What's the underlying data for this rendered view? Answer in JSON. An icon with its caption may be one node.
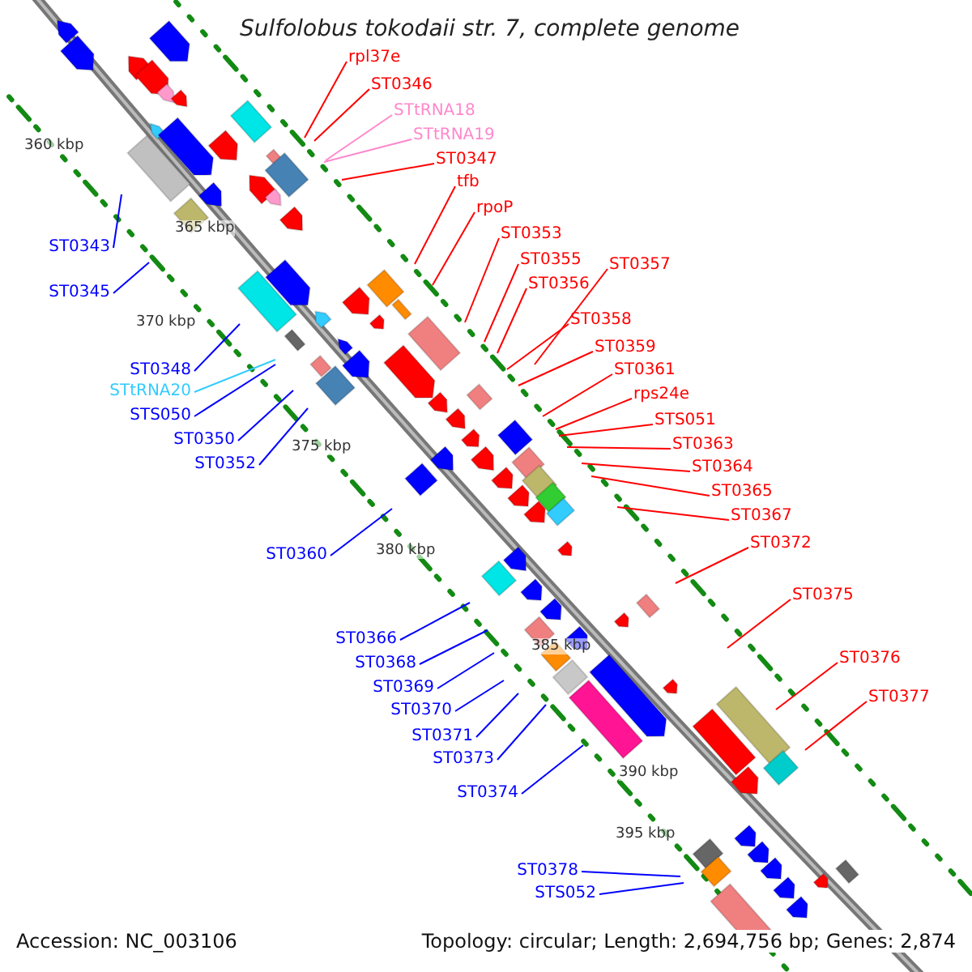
{
  "diagram": {
    "title": "Sulfolobus tokodaii str. 7, complete genome",
    "nodes": [
      {
        "text": [
          "rpl37e"
        ]
      },
      {
        "text": [
          "ST0346"
        ]
      },
      {
        "text": [
          "STtRNA18"
        ]
      },
      {
        "text": [
          "STtRNA19"
        ]
      },
      {
        "text": [
          "ST0347"
        ]
      },
      {
        "text": [
          "tfb"
        ]
      },
      {
        "text": [
          "rpoP"
        ]
      },
      {
        "text": [
          "ST0353"
        ]
      },
      {
        "text": [
          "ST0343"
        ]
      },
      {
        "text": [
          "ST0355"
        ]
      },
      {
        "text": [
          "ST0357"
        ]
      },
      {
        "text": [
          "ST0356"
        ]
      },
      {
        "text": [
          "ST0345"
        ]
      },
      {
        "text": [
          "ST0358"
        ]
      },
      {
        "text": [
          "ST0359"
        ]
      },
      {
        "text": [
          "ST0348"
        ]
      },
      {
        "text": [
          "ST0361"
        ]
      },
      {
        "text": [
          "STtRNA20"
        ]
      },
      {
        "text": [
          "rps24e"
        ]
      },
      {
        "text": [
          "STS050"
        ]
      },
      {
        "text": [
          "STS051"
        ]
      },
      {
        "text": [
          "ST0350"
        ]
      },
      {
        "text": [
          "ST0363"
        ]
      },
      {
        "text": [
          "ST0352"
        ]
      },
      {
        "text": [
          "ST0364"
        ]
      },
      {
        "text": [
          "ST0365"
        ]
      },
      {
        "text": [
          "ST0367"
        ]
      },
      {
        "text": [
          "ST0372"
        ]
      },
      {
        "text": [
          "ST0360"
        ]
      },
      {
        "text": [
          "ST0375"
        ]
      },
      {
        "text": [
          "ST0366"
        ]
      },
      {
        "text": [
          "ST0376"
        ]
      },
      {
        "text": [
          "ST0368"
        ]
      },
      {
        "text": [
          "ST0369"
        ]
      },
      {
        "text": [
          "ST0377"
        ]
      },
      {
        "text": [
          "ST0370"
        ]
      },
      {
        "text": [
          "ST0371"
        ]
      },
      {
        "text": [
          "ST0373"
        ]
      },
      {
        "text": [
          "ST0374"
        ]
      },
      {
        "text": [
          "ST0378"
        ]
      },
      {
        "text": [
          "STS052"
        ]
      }
    ],
    "edges": [
      {
        "from": 0,
        "to": null,
        "arrow": "none"
      },
      {
        "from": 1,
        "to": null,
        "arrow": "none"
      },
      {
        "from": 2,
        "to": null,
        "arrow": "none",
        "color": "#ff88cc"
      },
      {
        "from": 3,
        "to": null,
        "arrow": "none",
        "color": "#ff88cc"
      },
      {
        "from": 4,
        "to": null,
        "arrow": "none"
      },
      {
        "from": 5,
        "to": null,
        "arrow": "none"
      },
      {
        "from": 6,
        "to": null,
        "arrow": "none"
      },
      {
        "from": 7,
        "to": null,
        "arrow": "none"
      },
      {
        "from": 8,
        "to": null,
        "arrow": "none",
        "color": "#0000ff"
      },
      {
        "from": 9,
        "to": null,
        "arrow": "none"
      },
      {
        "from": 10,
        "to": null,
        "arrow": "none"
      },
      {
        "from": 11,
        "to": null,
        "arrow": "none"
      },
      {
        "from": 12,
        "to": null,
        "arrow": "none",
        "color": "#0000ff"
      },
      {
        "from": 13,
        "to": null,
        "arrow": "none"
      },
      {
        "from": 14,
        "to": null,
        "arrow": "none"
      },
      {
        "from": 15,
        "to": null,
        "arrow": "none",
        "color": "#0000ff"
      },
      {
        "from": 16,
        "to": null,
        "arrow": "none"
      },
      {
        "from": 17,
        "to": null,
        "arrow": "none",
        "color": "#33ccff"
      },
      {
        "from": 18,
        "to": null,
        "arrow": "none"
      },
      {
        "from": 19,
        "to": null,
        "arrow": "none",
        "color": "#0000ff"
      },
      {
        "from": 20,
        "to": null,
        "arrow": "none"
      },
      {
        "from": 21,
        "to": null,
        "arrow": "none",
        "color": "#0000ff"
      },
      {
        "from": 22,
        "to": null,
        "arrow": "none"
      },
      {
        "from": 23,
        "to": null,
        "arrow": "none",
        "color": "#0000ff"
      },
      {
        "from": 24,
        "to": null,
        "arrow": "none"
      },
      {
        "from": 25,
        "to": null,
        "arrow": "none"
      },
      {
        "from": 26,
        "to": null,
        "arrow": "none"
      },
      {
        "from": 27,
        "to": null,
        "arrow": "none"
      },
      {
        "from": 28,
        "to": null,
        "arrow": "none",
        "color": "#0000ff"
      },
      {
        "from": 29,
        "to": null,
        "arrow": "none"
      },
      {
        "from": 30,
        "to": null,
        "arrow": "none",
        "color": "#0000ff"
      },
      {
        "from": 31,
        "to": null,
        "arrow": "none"
      },
      {
        "from": 32,
        "to": null,
        "arrow": "none",
        "color": "#0000ff"
      },
      {
        "from": 33,
        "to": null,
        "arrow": "none",
        "color": "#0000ff"
      },
      {
        "from": 34,
        "to": null,
        "arrow": "none"
      },
      {
        "from": 35,
        "to": null,
        "arrow": "none",
        "color": "#0000ff"
      },
      {
        "from": 36,
        "to": null,
        "arrow": "none",
        "color": "#0000ff"
      },
      {
        "from": 37,
        "to": null,
        "arrow": "none",
        "color": "#0000ff"
      },
      {
        "from": 38,
        "to": null,
        "arrow": "none",
        "color": "#0000ff"
      },
      {
        "from": 39,
        "to": null,
        "arrow": "none",
        "color": "#0000ff"
      },
      {
        "from": 40,
        "to": null,
        "arrow": "none",
        "color": "#0000ff"
      }
    ],
    "labels": [
      "360 kbp",
      "365 kbp",
      "370 kbp",
      "375 kbp",
      "380 kbp",
      "385 kbp",
      "390 kbp",
      "395 kbp",
      "Accession: NC_003106",
      "Topology: circular; Length: 2,694,756 bp; Genes: 2,874"
    ]
  }
}
